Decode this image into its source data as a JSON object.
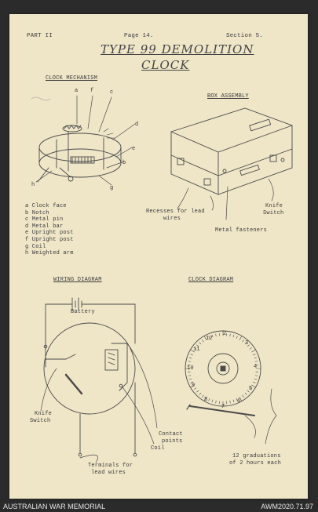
{
  "header": {
    "part": "PART II",
    "page": "Page 14.",
    "section": "Section 5."
  },
  "title": {
    "line1": "TYPE 99 DEMOLITION",
    "line2": "CLOCK"
  },
  "clock_mechanism": {
    "heading": "CLOCK MECHANISM",
    "callouts": [
      "a",
      "f",
      "c",
      "d",
      "b",
      "e",
      "h",
      "g"
    ],
    "legend": [
      "a  Clock face",
      "b  Notch",
      "c  Metal pin",
      "d  Metal bar",
      "e  Upright post",
      "f  Upright post",
      "g  Coil",
      "h  Weighted arm"
    ]
  },
  "box_assembly": {
    "heading": "BOX ASSEMBLY",
    "label_recesses": [
      "Recesses for lead",
      "wires"
    ],
    "label_switch": [
      "Knife",
      "Switch"
    ],
    "label_fasteners": "Metal fasteners"
  },
  "wiring_diagram": {
    "heading": "WIRING DIAGRAM",
    "battery": "Battery",
    "knife_switch": [
      "Knife",
      "Switch"
    ],
    "contact_points": [
      "Contact",
      "points"
    ],
    "coil": "Coil",
    "terminals": [
      "Terminals for",
      "lead wires"
    ]
  },
  "clock_diagram": {
    "heading": "CLOCK DIAGRAM",
    "dial_numbers": [
      "2",
      "3",
      "4",
      "5",
      "6",
      "7",
      "8",
      "9",
      "10",
      "11",
      "12"
    ],
    "gradations": [
      "12 graduations",
      "of 2 hours each"
    ]
  },
  "footer": {
    "left": "AUSTRALIAN WAR MEMORIAL",
    "right": "AWM2020.71.97"
  },
  "colors": {
    "paper": "#efe6c8",
    "ink": "#3a3a3a",
    "background": "#2b2b2b"
  }
}
